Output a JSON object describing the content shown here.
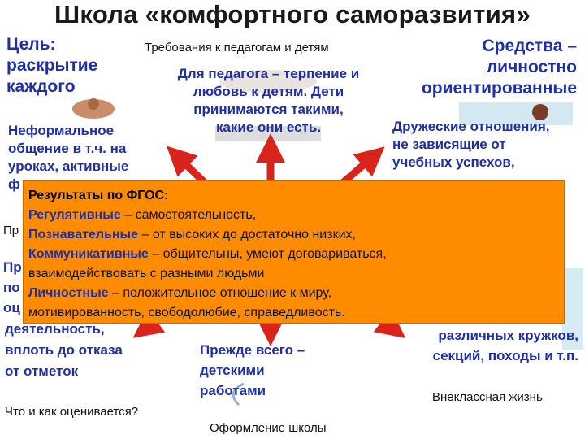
{
  "title": "Школа «комфортного саморазвития»",
  "goal": [
    "Цель:",
    "раскрытие",
    "каждого"
  ],
  "teachers_requirements": {
    "header": "Требования к педагогам и детям",
    "text": [
      "Для педагога – терпение и",
      "любовь к детям. Дети",
      "принимаются такими,",
      "какие они есть."
    ]
  },
  "means": [
    "Средства –",
    "личностно",
    "ориентированные"
  ],
  "informal": [
    "Неформальное",
    "общение в т.ч. на",
    "уроках, активные",
    "ф"
  ],
  "friendly": [
    "Дружеские отношения,",
    "не зависящие от",
    "учебных успехов,"
  ],
  "results": {
    "header": "Результаты по ФГОС:",
    "regulative_kw": "Регулятивные",
    "regulative_text": "– самостоятельность,",
    "cognitive_kw": "Познавательные",
    "cognitive_text": "– от высоких до достаточно низких,",
    "communicative_kw": "Коммуникативные",
    "communicative_text": "– общительны, умеют договариваться,",
    "communicative_text2": "взаимодействовать с разными людьми",
    "personal_kw": "Личностные",
    "personal_text": "– положительное отношение к миру,",
    "personal_text2": "мотивированность, свободолюбие, справедливость."
  },
  "left_fragments": [
    "Пр",
    "Пр",
    "по",
    "оц"
  ],
  "left_bottom": [
    "деятельность,",
    "вплоть до отказа",
    "от отметок"
  ],
  "what_evaluated": "Что и как оценивается?",
  "center_bottom": [
    "Прежде всего –",
    "детскими",
    "работами"
  ],
  "school_design": "Оформление школы",
  "right_bottom": [
    "различных кружков,",
    "секций, походы и т.п."
  ],
  "extracurricular": "Внеклассная жизнь",
  "colors": {
    "accent_blue": "#1f2fa6",
    "box_orange": "#ff8c00",
    "arrow_red": "#d9241b"
  }
}
